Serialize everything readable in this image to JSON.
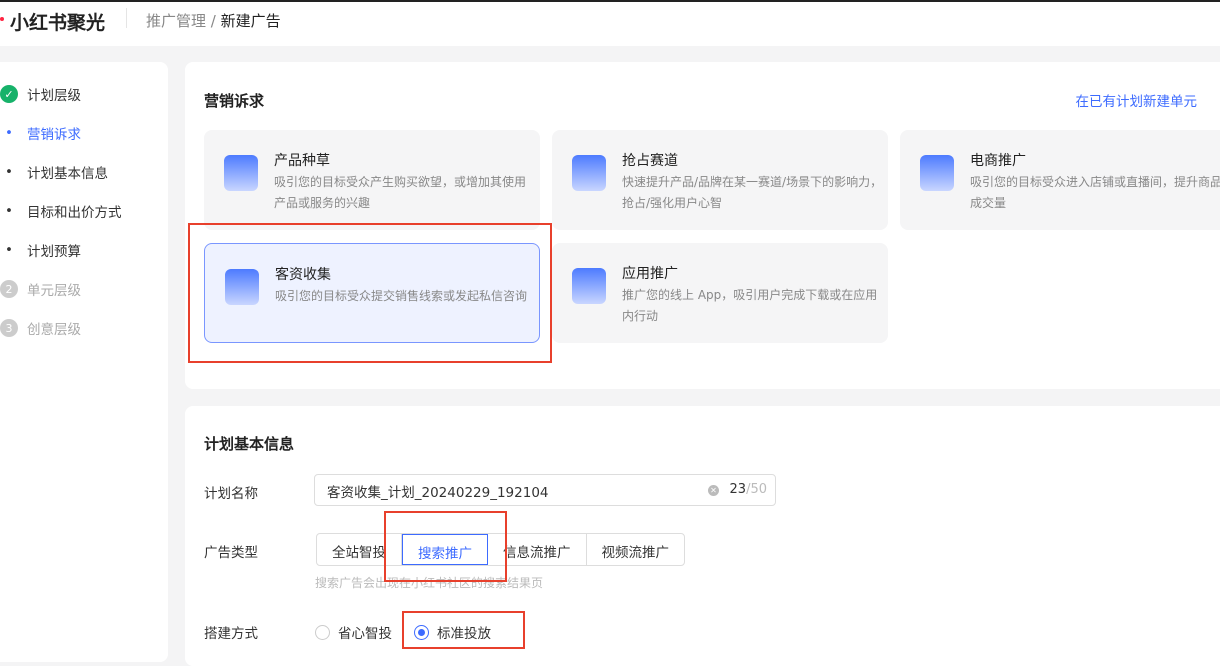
{
  "header": {
    "logo": "小红书聚光",
    "breadcrumb_parent": "推广管理",
    "breadcrumb_sep": "/",
    "breadcrumb_current": "新建广告"
  },
  "steps": [
    {
      "label": "计划层级",
      "state": "done",
      "mark": "✓"
    },
    {
      "label": "营销诉求",
      "state": "active",
      "mark": "•"
    },
    {
      "label": "计划基本信息",
      "state": "sub",
      "mark": "•"
    },
    {
      "label": "目标和出价方式",
      "state": "sub",
      "mark": "•"
    },
    {
      "label": "计划预算",
      "state": "sub",
      "mark": "•"
    },
    {
      "label": "单元层级",
      "state": "todo",
      "mark": "2"
    },
    {
      "label": "创意层级",
      "state": "todo",
      "mark": "3"
    }
  ],
  "marketing": {
    "title": "营销诉求",
    "link": "在已有计划新建单元",
    "cards": [
      {
        "title": "产品种草",
        "desc": "吸引您的目标受众产生购买欲望，或增加其使用产品或服务的兴趣"
      },
      {
        "title": "抢占赛道",
        "desc": "快速提升产品/品牌在某一赛道/场景下的影响力，抢占/强化用户心智"
      },
      {
        "title": "电商推广",
        "desc": "吸引您的目标受众进入店铺或直播间，提升商品成交量"
      },
      {
        "title": "客资收集",
        "desc": "吸引您的目标受众提交销售线索或发起私信咨询",
        "selected": true
      },
      {
        "title": "应用推广",
        "desc": "推广您的线上 App，吸引用户完成下载或在应用内行动"
      }
    ]
  },
  "basic": {
    "title": "计划基本信息",
    "name_label": "计划名称",
    "name_value": "客资收集_计划_20240229_192104",
    "count": "23",
    "max": "/50",
    "type_label": "广告类型",
    "types": [
      "全站智投",
      "搜索推广",
      "信息流推广",
      "视频流推广"
    ],
    "type_selected": "搜索推广",
    "type_hint": "搜索广告会出现在小红书社区的搜索结果页",
    "build_label": "搭建方式",
    "build_options": [
      "省心智投",
      "标准投放"
    ],
    "build_selected": "标准投放"
  },
  "colors": {
    "accent": "#3d6bff",
    "highlight": "#e8402c"
  }
}
